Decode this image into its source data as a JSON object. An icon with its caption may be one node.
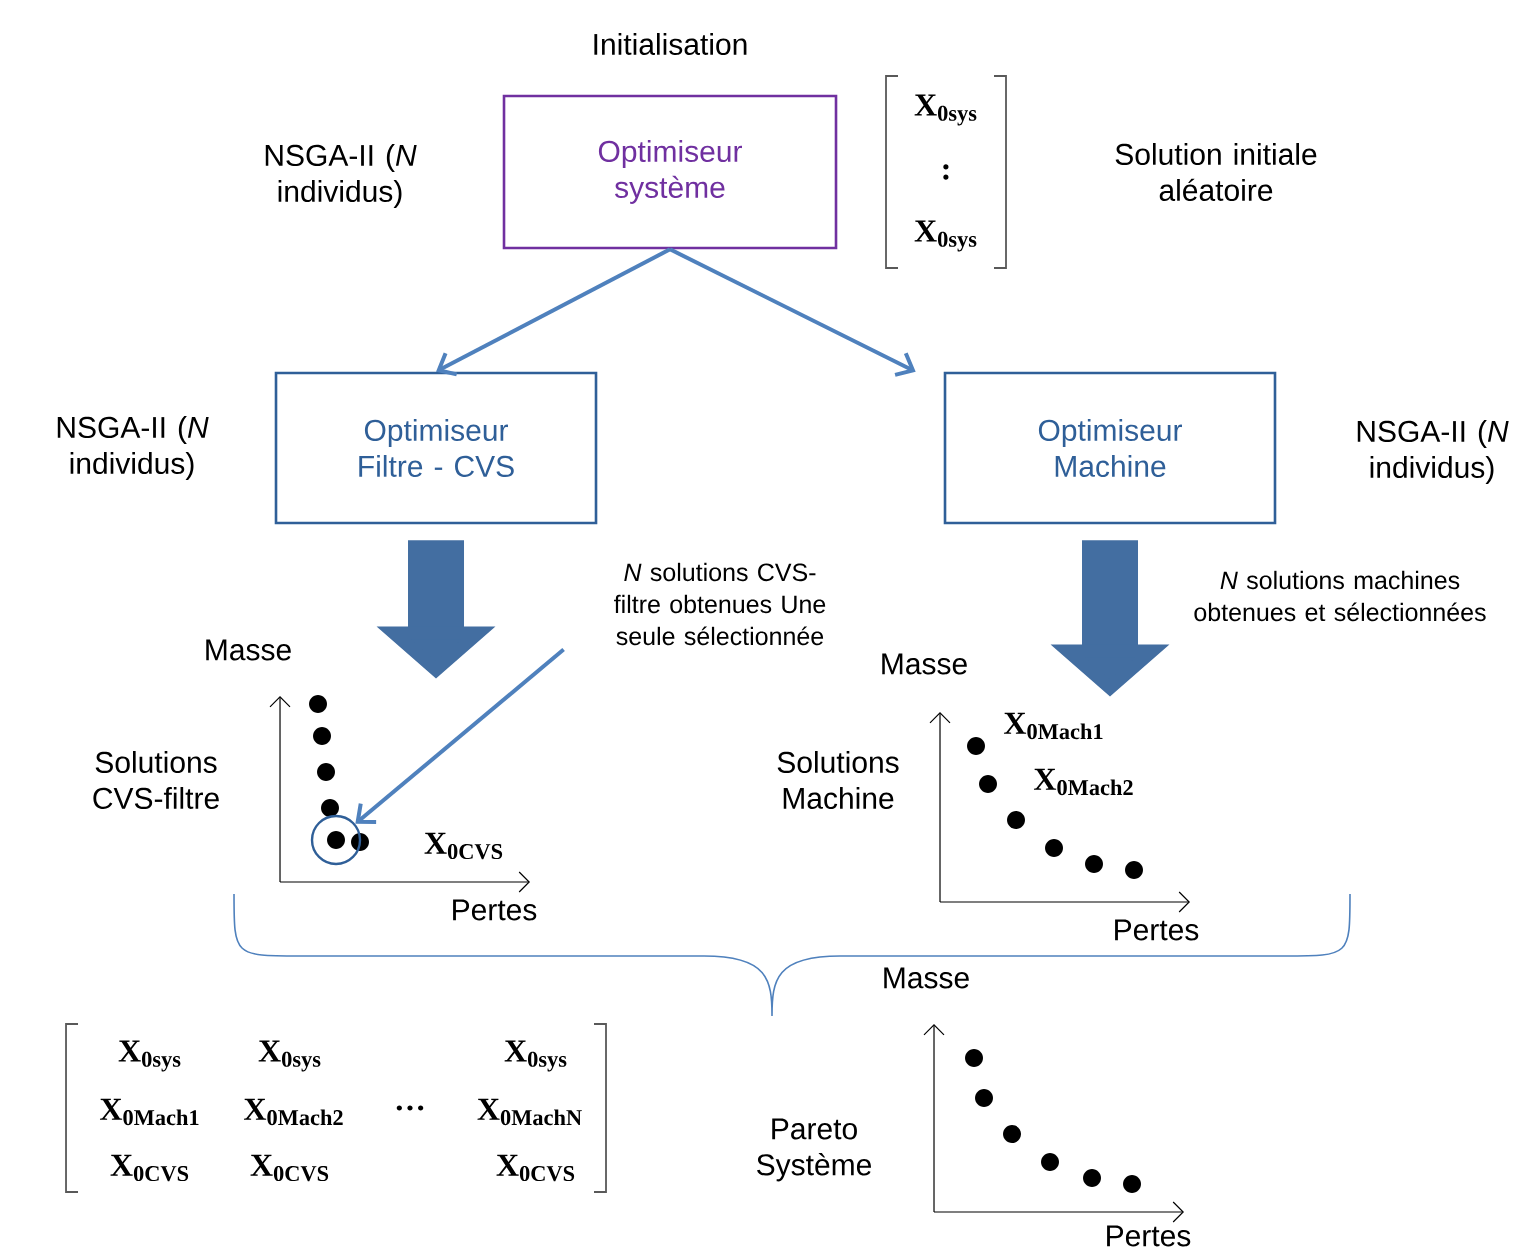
{
  "diagram": {
    "nodes": [
      {
        "text": [
          "Optimiseur système"
        ],
        "beside": [
          "NSGA-II (*N* individus)"
        ]
      },
      {
        "text": [
          "Optimiseur Filtre - CVS"
        ],
        "beside": [
          "NSGA-II (*N* individus)"
        ]
      },
      {
        "text": [
          "Optimiseur Machine"
        ],
        "beside": [
          "NSGA-II (*N* individus)"
        ]
      },
      {
        "text": [
          "*N* solutions CVS-filtre obtenues Une seule sélectionnée"
        ]
      },
      {
        "text": [],
        "shape": "picture",
        "beside": [
          "Masse",
          "Solutions CVS-filtre",
          "X$_{0CVS}$",
          "Pertes"
        ]
      },
      {
        "text": [],
        "shape": "circle",
        "in": 4
      },
      {
        "text": [],
        "shape": "picture",
        "beside": [
          "Masse",
          "Solutions Machine",
          "Pertes"
        ]
      }
    ],
    "edges": [
      {
        "from": 0,
        "to": 1,
        "arrow": "to"
      },
      {
        "from": 0,
        "to": 2,
        "arrow": "to"
      },
      {
        "from": 1,
        "to": 4,
        "arrow": "to",
        "style": "thick"
      },
      {
        "from": 2,
        "to": 6,
        "arrow": "to",
        "style": "thick"
      },
      {
        "from": 3,
        "to": 5,
        "arrow": "to"
      }
    ],
    "labels": [
      "Initialisation",
      "X$_{0sys}$",
      ":",
      "X$_{0sys}$",
      "Solution initiale aléatoire",
      "*N* solutions machines obtenues et sélectionnées",
      "X$_{0Mach1}$",
      "X$_{0Mach2}$",
      "Masse",
      "X$_{0sys}$",
      "X$_{0sys}$",
      "X$_{0sys}$",
      "X$_{0Mach1}$",
      "X$_{0Mach2}$",
      "···",
      "X$_{0MachN}$",
      "X$_{0CVS}$",
      "X$_{0CVS}$",
      "X$_{0CVS}$",
      "Pareto Système",
      "Pertes"
    ]
  }
}
